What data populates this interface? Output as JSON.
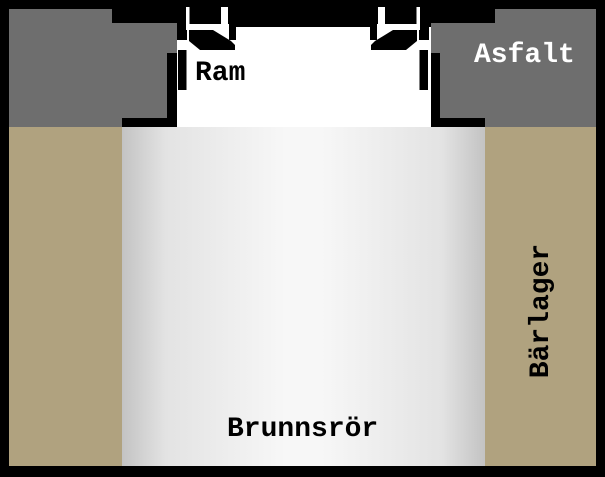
{
  "labels": {
    "frame": "Ram",
    "asphalt": "Asfalt",
    "base_course": "Bärlager",
    "well_pipe": "Brunnsrör"
  },
  "colors": {
    "background": "#000000",
    "frame_black": "#000000",
    "gap_white": "#ffffff",
    "asphalt_gray": "#6e6e6e",
    "base_course_tan": "#b0a27f",
    "pipe_edge": "#c3c3c3",
    "pipe_mid": "#e3e3e3",
    "pipe_center": "#f7f7f7",
    "interior_white": "#ffffff"
  }
}
